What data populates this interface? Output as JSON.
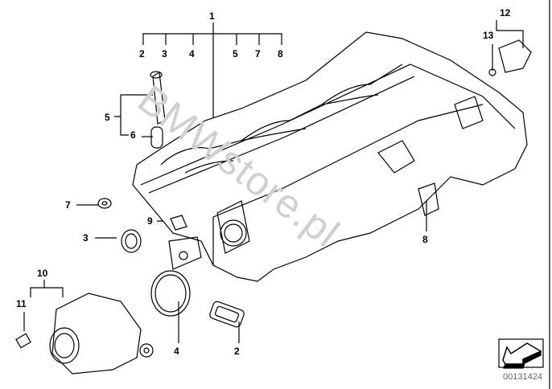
{
  "diagram": {
    "callouts": [
      "1",
      "2",
      "3",
      "4",
      "5",
      "7",
      "8",
      "12",
      "13",
      "5",
      "6",
      "7",
      "9",
      "3",
      "8",
      "10",
      "11",
      "4",
      "2"
    ],
    "watermark": "BMWstore.pl",
    "image_code": "00131424",
    "nav_icon": "arrow-back-icon"
  }
}
